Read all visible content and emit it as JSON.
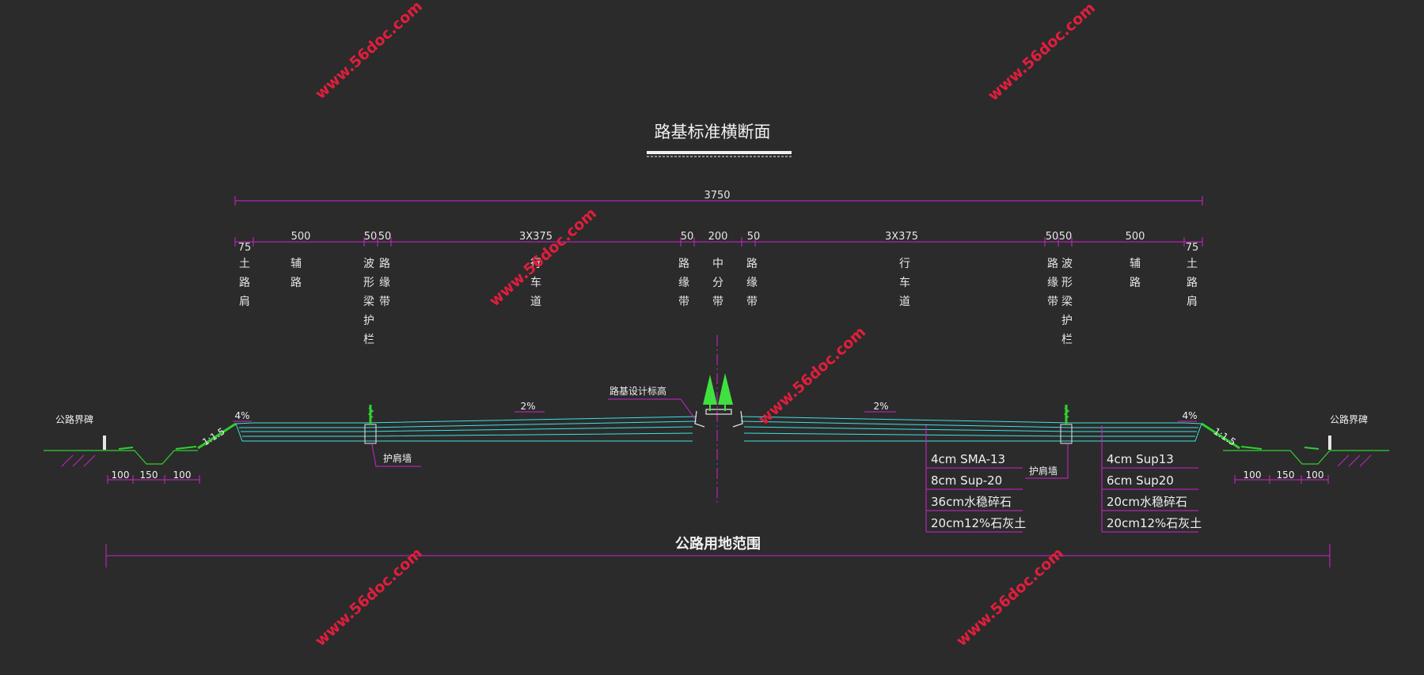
{
  "title": "路基标准横断面",
  "total_width": "3750",
  "dims_left": {
    "shoulder": "75",
    "aux": "500",
    "guard_a": "50",
    "guard_b": "50",
    "lanes": "3X375",
    "edge": "50",
    "median": "200"
  },
  "dims_right": {
    "edge": "50",
    "lanes": "3X375",
    "guard_a": "50",
    "guard_b": "50",
    "aux": "500",
    "shoulder": "75"
  },
  "labels": {
    "soil_shoulder": "土路肩",
    "aux_lane": "辅路",
    "guardrail": "波形梁护栏",
    "edge_strip": "路缘带",
    "carriageway": "行车道",
    "median": "中分带"
  },
  "slopes": {
    "shoulder": "4%",
    "lane": "2%",
    "side": "1:1.5"
  },
  "annotations": {
    "design_elev": "路基设计标高",
    "curb_wall": "护肩墙",
    "boundary_marker": "公路界碑",
    "land_range": "公路用地范围"
  },
  "ditch_dims": [
    "100",
    "150",
    "100"
  ],
  "pavement_main": [
    "4cm SMA-13",
    "8cm Sup-20",
    "36cm水稳碎石",
    "20cm12%石灰土"
  ],
  "pavement_aux": [
    "4cm Sup13",
    "6cm Sup20",
    "20cm水稳碎石",
    "20cm12%石灰土"
  ],
  "watermark": "www.56doc.com",
  "colors": {
    "dim": "#d020d0",
    "road": "#40e0e0",
    "green": "#30d030",
    "white": "#e6e6e6",
    "watermark": "#e01e3c"
  }
}
